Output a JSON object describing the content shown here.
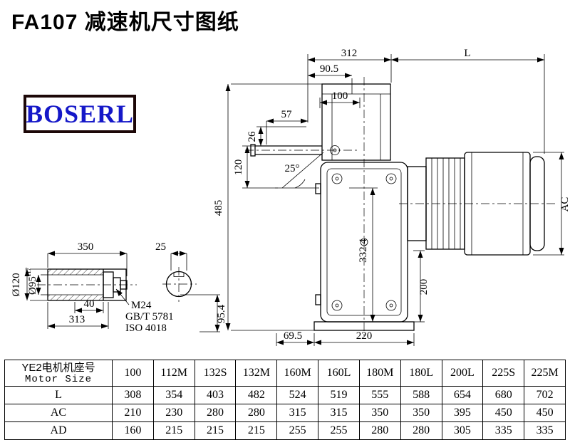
{
  "page": {
    "title": "FA107 减速机尺寸图纸"
  },
  "logo": {
    "text": "BOSERL"
  },
  "drawing": {
    "main": {
      "dim_312": "312",
      "dim_L": "L",
      "dim_90_5": "90.5",
      "dim_100": "100",
      "dim_57": "57",
      "dim_26": "26",
      "dim_120": "120",
      "angle_25": "25°",
      "dim_485": "485",
      "dim_332_4": "332.4",
      "dim_AC": "AC",
      "dim_200": "200",
      "dim_69_5": "69.5",
      "dim_220": "220",
      "dim_95_4": "95.4"
    },
    "shaft": {
      "dim_350": "350",
      "dim_25": "25",
      "dim_40": "40",
      "dim_313": "313",
      "bore_dia": "Ø95",
      "bore_tol": "H7",
      "outer_dia": "Ø120",
      "bolt": "M24",
      "std_gb": "GB/T 5781",
      "std_iso": "ISO 4018"
    }
  },
  "table": {
    "header": {
      "line1": "YE2电机机座号",
      "line2": "Motor Size"
    },
    "sizes": [
      "100",
      "112M",
      "132S",
      "132M",
      "160M",
      "160L",
      "180M",
      "180L",
      "200L",
      "225S",
      "225M"
    ],
    "rows": [
      {
        "label": "L",
        "values": [
          "308",
          "354",
          "403",
          "482",
          "524",
          "519",
          "555",
          "588",
          "654",
          "680",
          "702"
        ]
      },
      {
        "label": "AC",
        "values": [
          "210",
          "230",
          "280",
          "280",
          "315",
          "315",
          "350",
          "350",
          "395",
          "450",
          "450"
        ]
      },
      {
        "label": "AD",
        "values": [
          "160",
          "215",
          "215",
          "215",
          "255",
          "255",
          "280",
          "280",
          "305",
          "335",
          "335"
        ]
      }
    ]
  }
}
